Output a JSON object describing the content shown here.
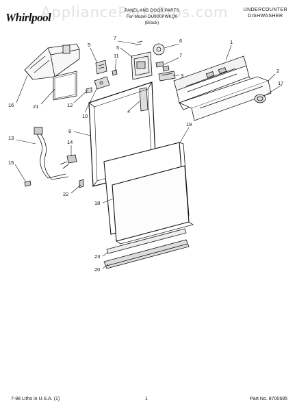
{
  "brand": {
    "logo_text": "Whirlpool"
  },
  "watermark": "AppliancePartsPros.com",
  "header": {
    "title": "PANEL AND DOOR PARTS",
    "subtitle": "For Model DU900PWKQ0",
    "color_note": "(Black)",
    "model_type_line1": "UNDERCOUNTER",
    "model_type_line2": "DISHWASHER"
  },
  "callouts": [
    "1",
    "2",
    "3",
    "4",
    "5",
    "6",
    "7",
    "7",
    "8",
    "9",
    "10",
    "11",
    "12",
    "13",
    "14",
    "15",
    "16",
    "17",
    "18",
    "19",
    "20",
    "21",
    "22",
    "23"
  ],
  "footer": {
    "litho": "7-98 Litho in U.S.A. (1)",
    "page_number": "1",
    "part_number": "Part No. 8700695"
  }
}
